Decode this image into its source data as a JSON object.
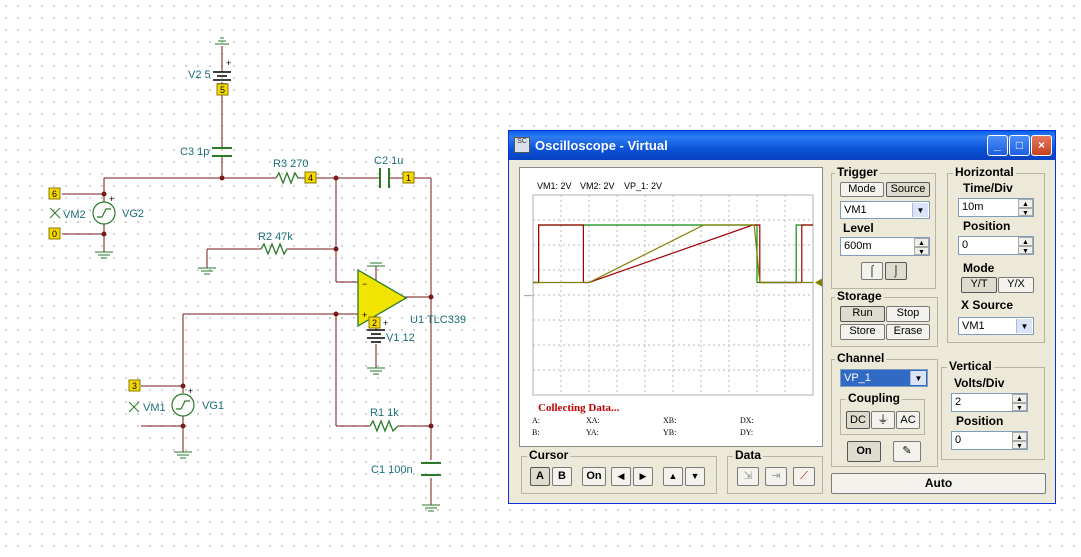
{
  "schematic": {
    "v2": "V2 5",
    "c3": "C3 1p",
    "r3": "R3 270",
    "c2": "C2 1u",
    "r2": "R2 47k",
    "vm2": "VM2",
    "vg2": "VG2",
    "u1": "U1 TLC339",
    "v1": "V1 12",
    "vm1": "VM1",
    "vg1": "VG1",
    "r1": "R1 1k",
    "c1": "C1 100n",
    "nodes": {
      "n5": "5",
      "n4": "4",
      "n1": "1",
      "n6": "6",
      "n0": "0",
      "n2": "2",
      "n3": "3"
    }
  },
  "window": {
    "title": "Oscilloscope - Virtual",
    "icon_text": "SC",
    "buttons": {
      "minimize": "_",
      "maximize": "□",
      "close": "×"
    }
  },
  "display": {
    "channels": [
      {
        "name": "VM1: 2V",
        "color": "#0a8a0a"
      },
      {
        "name": "VM2: 2V",
        "color": "#a00000"
      },
      {
        "name": "VP_1: 2V",
        "color": "#808000"
      }
    ],
    "status": "Collecting Data...",
    "readouts": {
      "a": "A:",
      "b": "B:",
      "xa": "XA:",
      "ya": "YA:",
      "xb": "XB:",
      "yb": "YB:",
      "dx": "DX:",
      "dy": "DY:"
    }
  },
  "trigger": {
    "title": "Trigger",
    "mode": "Mode",
    "source": "Source",
    "source_value": "VM1",
    "level_label": "Level",
    "level_value": "600m"
  },
  "horizontal": {
    "title": "Horizontal",
    "timediv_label": "Time/Div",
    "timediv_value": "10m",
    "position_label": "Position",
    "position_value": "0",
    "mode_label": "Mode",
    "mode_yt": "Y/T",
    "mode_yx": "Y/X",
    "xsource_label": "X Source",
    "xsource_value": "VM1"
  },
  "storage": {
    "title": "Storage",
    "run": "Run",
    "stop": "Stop",
    "store": "Store",
    "erase": "Erase"
  },
  "channel": {
    "title": "Channel",
    "value": "VP_1",
    "coupling_title": "Coupling",
    "dc": "DC",
    "gnd": "⏚",
    "ac": "AC",
    "on": "On"
  },
  "vertical": {
    "title": "Vertical",
    "voltsdiv_label": "Volts/Div",
    "voltsdiv_value": "2",
    "position_label": "Position",
    "position_value": "0"
  },
  "cursor": {
    "title": "Cursor",
    "a": "A",
    "b": "B",
    "on": "On",
    "left": "◀",
    "right": "▶",
    "up": "▲",
    "down": "▼"
  },
  "data": {
    "title": "Data"
  },
  "auto": "Auto",
  "colors": {
    "titlebar": "#0b54d8",
    "window_bg": "#ece9d8",
    "status": "#c00000",
    "trace_vm1": "#0a8a0a",
    "trace_vm2": "#a00000",
    "trace_vp1": "#808000"
  },
  "chart_data": {
    "type": "line",
    "x_divisions": 10,
    "y_divisions": 8,
    "series": [
      {
        "name": "VM1: 2V",
        "points": [
          [
            0,
            0.5
          ],
          [
            0.2,
            0.5
          ],
          [
            0.2,
            2.8
          ],
          [
            4.5,
            2.8
          ],
          [
            8.0,
            2.8
          ],
          [
            8.0,
            0.5
          ],
          [
            9.4,
            0.5
          ],
          [
            9.4,
            2.8
          ],
          [
            10,
            2.8
          ]
        ]
      },
      {
        "name": "VM2: 2V",
        "points": [
          [
            0,
            0.5
          ],
          [
            0.2,
            0.5
          ],
          [
            0.2,
            2.8
          ],
          [
            1.8,
            2.8
          ],
          [
            1.8,
            0.5
          ],
          [
            2.0,
            0.5
          ],
          [
            7.85,
            2.8
          ],
          [
            8.1,
            2.8
          ],
          [
            8.1,
            0.5
          ],
          [
            9.6,
            0.5
          ],
          [
            9.6,
            2.8
          ],
          [
            10,
            2.8
          ]
        ]
      },
      {
        "name": "VP_1: 2V",
        "points": [
          [
            0,
            0.5
          ],
          [
            1.8,
            0.5
          ],
          [
            2.0,
            0.5
          ],
          [
            6.1,
            2.8
          ],
          [
            7.9,
            2.8
          ],
          [
            8.1,
            0.5
          ],
          [
            10,
            0.5
          ]
        ]
      }
    ]
  }
}
